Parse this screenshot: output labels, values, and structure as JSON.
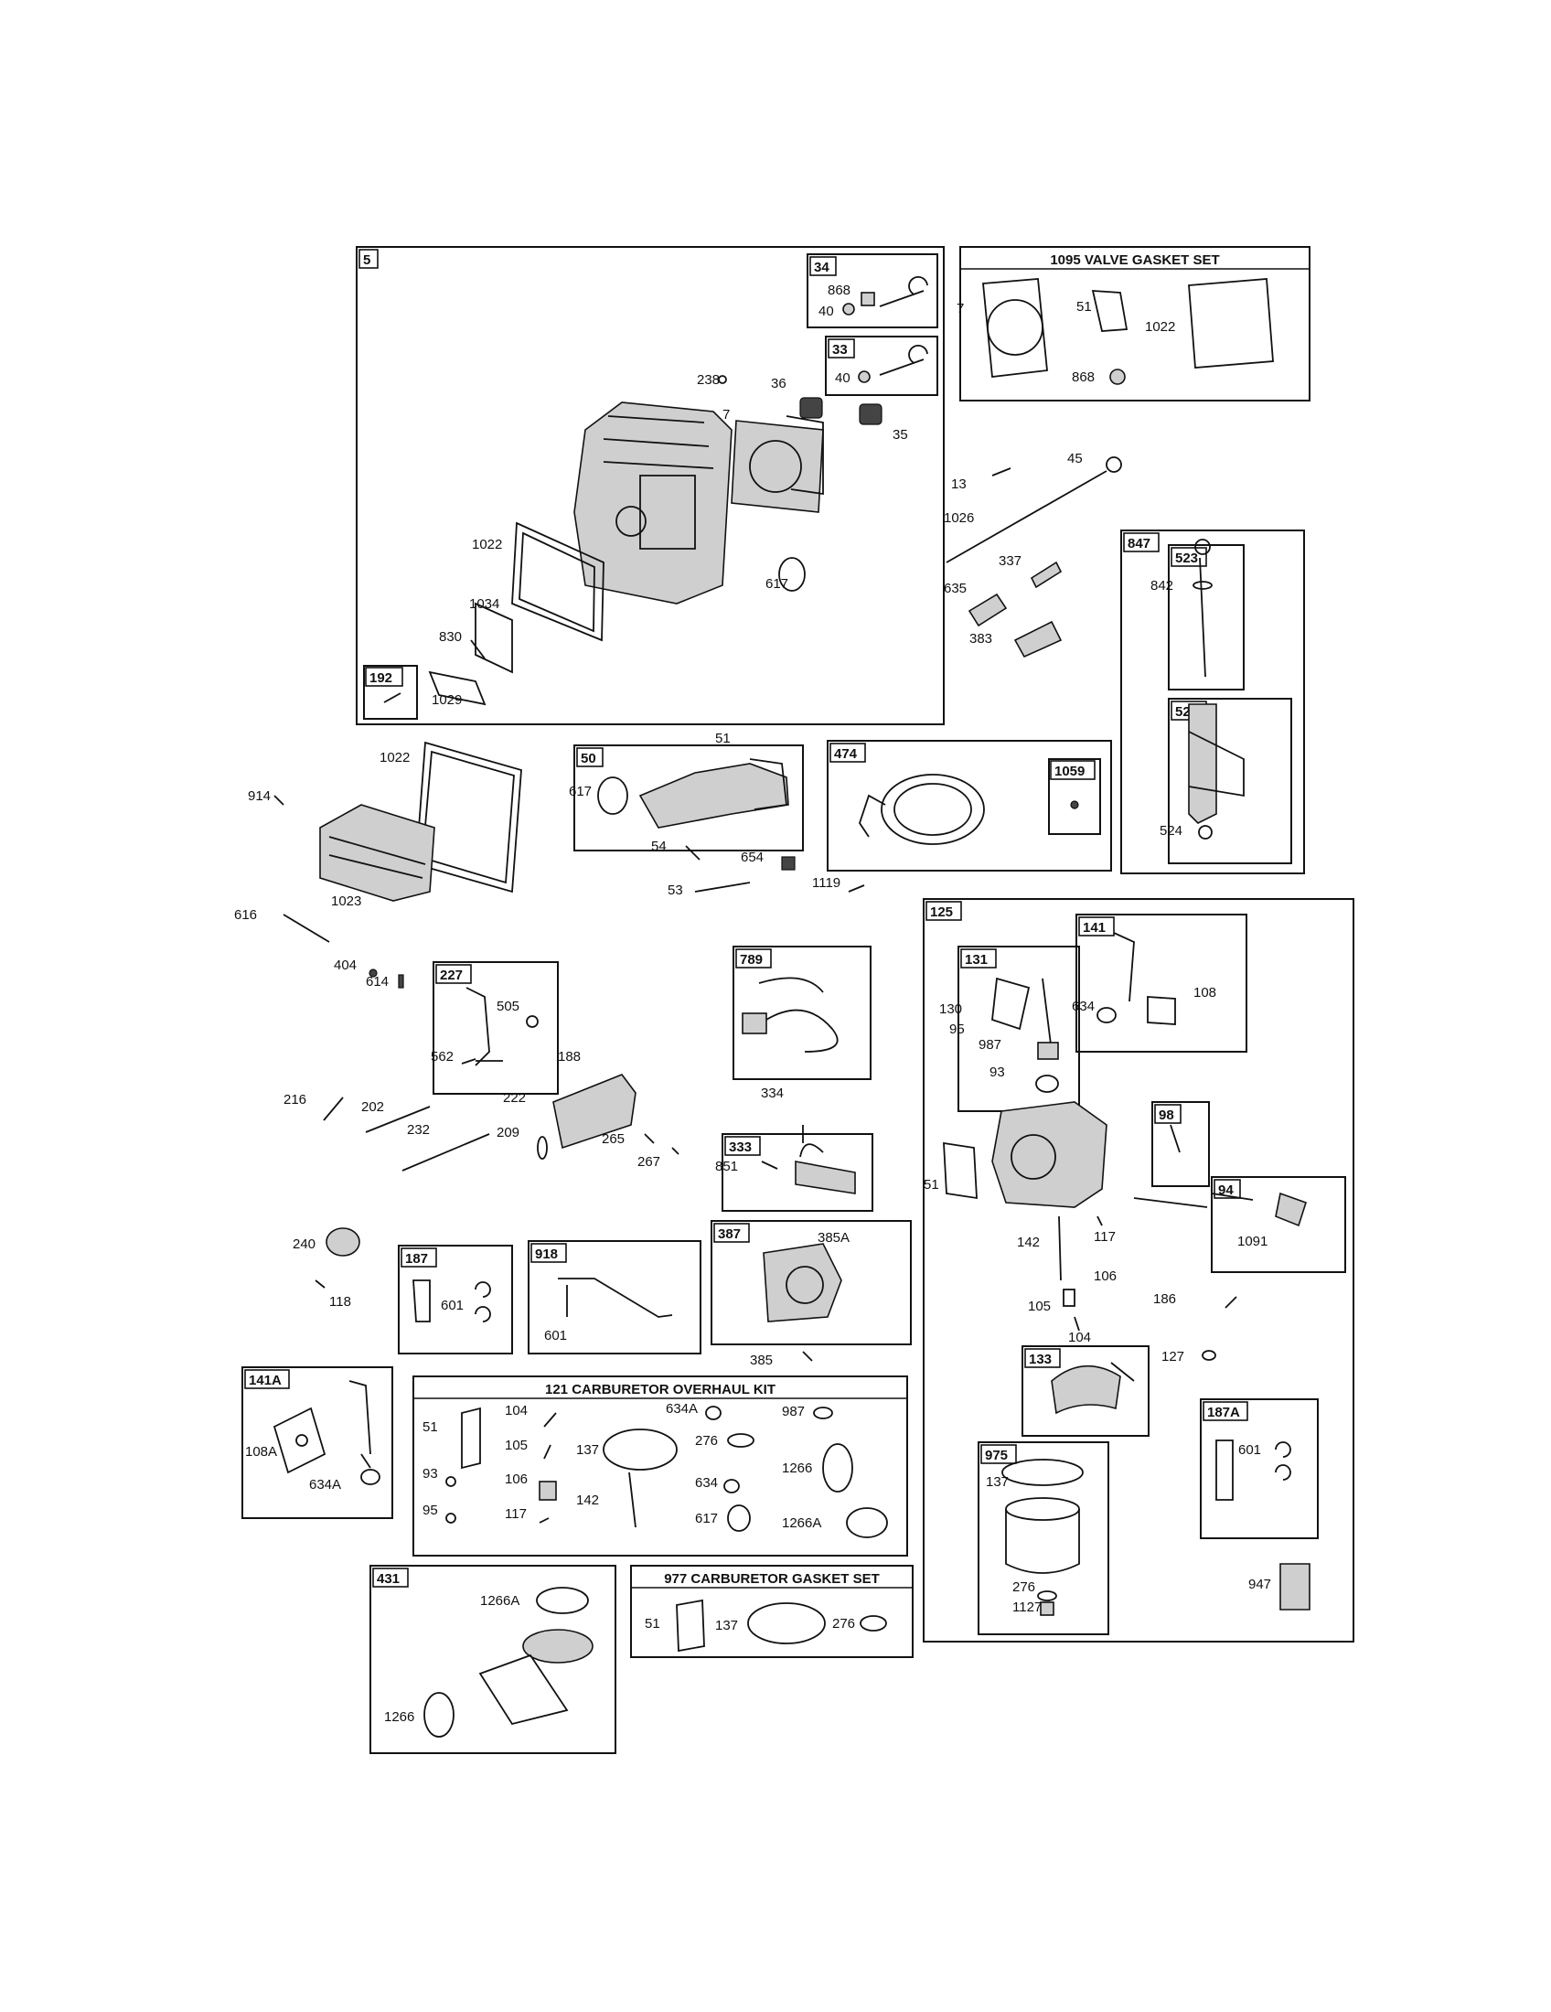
{
  "assemblies": [
    {
      "id": "5",
      "title": ""
    },
    {
      "id": "34",
      "title": ""
    },
    {
      "id": "33",
      "title": ""
    },
    {
      "id": "1095",
      "title": "1095 VALVE GASKET SET"
    },
    {
      "id": "192",
      "title": ""
    },
    {
      "id": "847",
      "title": ""
    },
    {
      "id": "523",
      "title": ""
    },
    {
      "id": "525",
      "title": ""
    },
    {
      "id": "50",
      "title": ""
    },
    {
      "id": "474",
      "title": ""
    },
    {
      "id": "1059",
      "title": ""
    },
    {
      "id": "227",
      "title": ""
    },
    {
      "id": "789",
      "title": ""
    },
    {
      "id": "125",
      "title": ""
    },
    {
      "id": "131",
      "title": ""
    },
    {
      "id": "141",
      "title": ""
    },
    {
      "id": "98",
      "title": ""
    },
    {
      "id": "94",
      "title": ""
    },
    {
      "id": "333",
      "title": ""
    },
    {
      "id": "187",
      "title": ""
    },
    {
      "id": "918",
      "title": ""
    },
    {
      "id": "387",
      "title": ""
    },
    {
      "id": "133",
      "title": ""
    },
    {
      "id": "187A",
      "title": ""
    },
    {
      "id": "141A",
      "title": ""
    },
    {
      "id": "121",
      "title": "121 CARBURETOR OVERHAUL KIT"
    },
    {
      "id": "975",
      "title": ""
    },
    {
      "id": "431",
      "title": ""
    },
    {
      "id": "977",
      "title": "977 CARBURETOR GASKET SET"
    }
  ],
  "callouts": [
    "868",
    "40",
    "40",
    "238",
    "36",
    "7",
    "35",
    "1022",
    "617",
    "1034",
    "830",
    "1029",
    "7",
    "51",
    "1022",
    "868",
    "13",
    "45",
    "1026",
    "337",
    "635",
    "383",
    "842",
    "524",
    "1022",
    "914",
    "1023",
    "616",
    "51",
    "617",
    "54",
    "654",
    "53",
    "1119",
    "404",
    "614",
    "505",
    "562",
    "188",
    "216",
    "202",
    "232",
    "222",
    "209",
    "265",
    "267",
    "334",
    "851",
    "385A",
    "385",
    "240",
    "118",
    "601",
    "601",
    "130",
    "95",
    "987",
    "93",
    "634",
    "108",
    "51",
    "117",
    "142",
    "106",
    "105",
    "1091",
    "104",
    "186",
    "127",
    "601",
    "137",
    "276",
    "1127",
    "947",
    "108A",
    "634A",
    "51",
    "104",
    "105",
    "106",
    "93",
    "95",
    "117",
    "137",
    "142",
    "634A",
    "276",
    "634",
    "617",
    "987",
    "1266",
    "1266A",
    "1266A",
    "1266",
    "51",
    "137",
    "276"
  ]
}
